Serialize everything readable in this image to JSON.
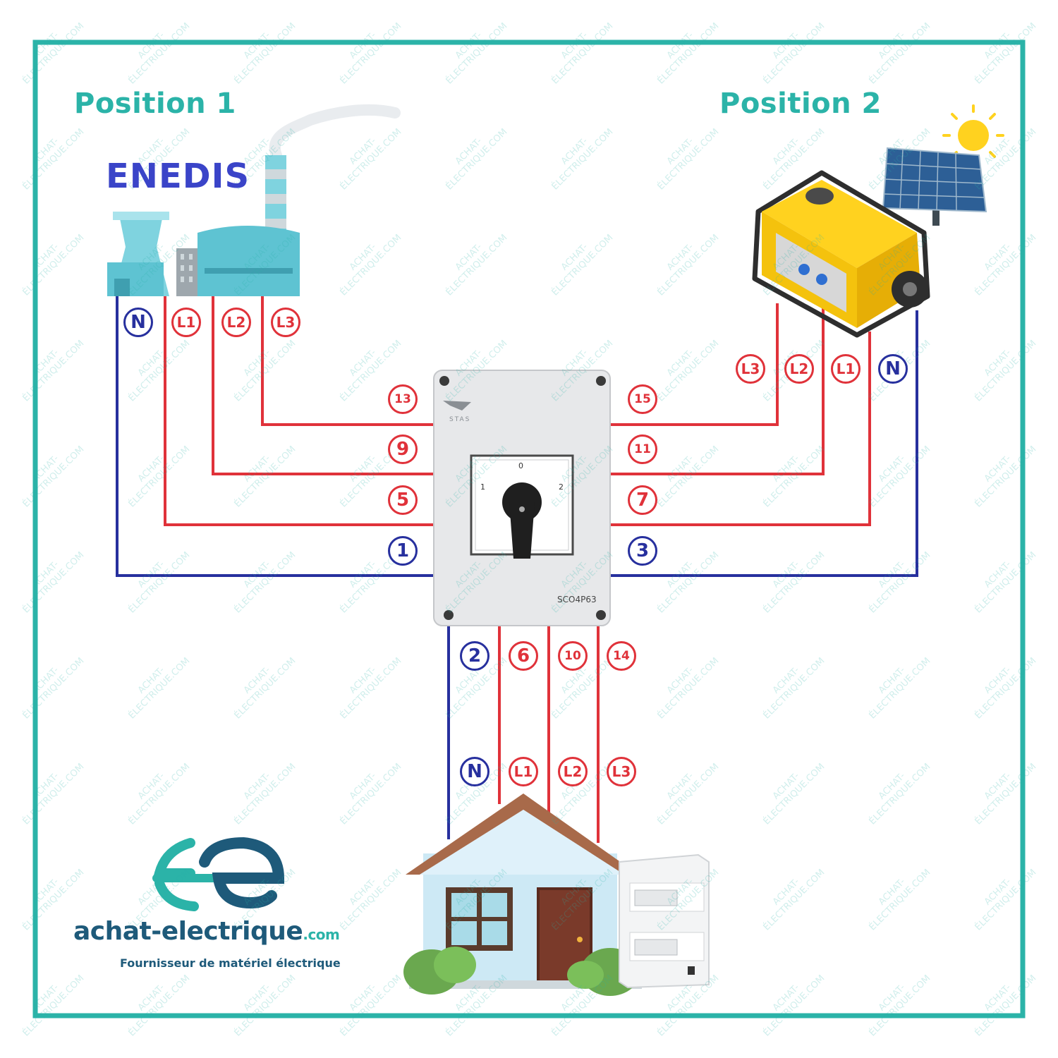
{
  "positions": {
    "left": "Position 1",
    "right": "Position 2"
  },
  "grid_logo_text": "ENEDIS",
  "switch": {
    "brand": "STAS",
    "model": "SCO4P63",
    "dial": {
      "zero": "0",
      "one": "1",
      "two": "2"
    }
  },
  "grid_terminals": {
    "n": "N",
    "l1": "L1",
    "l2": "L2",
    "l3": "L3"
  },
  "gen_terminals": {
    "l3": "L3",
    "l2": "L2",
    "l1": "L1",
    "n": "N"
  },
  "house_terminals": {
    "n": "N",
    "l1": "L1",
    "l2": "L2",
    "l3": "L3"
  },
  "switch_left_numbers": {
    "a": "13",
    "b": "9",
    "c": "5",
    "d": "1"
  },
  "switch_right_numbers": {
    "a": "15",
    "b": "11",
    "c": "7",
    "d": "3"
  },
  "switch_bottom_numbers": {
    "a": "2",
    "b": "6",
    "c": "10",
    "d": "14"
  },
  "brand": {
    "name_main": "achat-electrique",
    "name_tld": ".com",
    "tagline": "Fournisseur de matériel électrique"
  },
  "watermark": {
    "line1": "ACHAT-",
    "line2": "ÉLECTRIQUE.COM"
  },
  "colors": {
    "phase": "#e0323a",
    "neutral": "#27309e",
    "frame": "#2bb3a8",
    "title": "#2bb3a8",
    "brand_dark": "#1e5a7a"
  }
}
